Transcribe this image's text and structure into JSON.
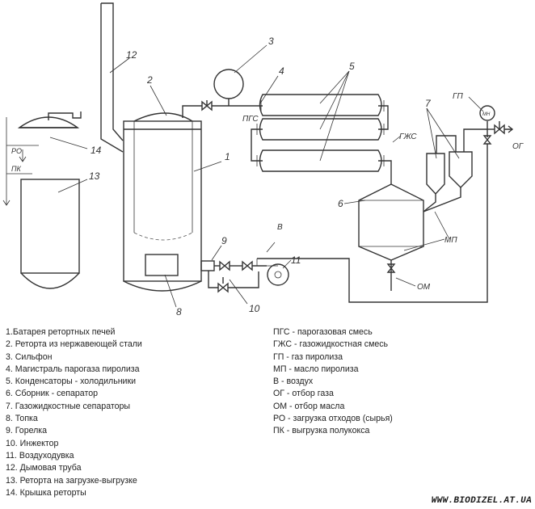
{
  "callouts": {
    "n1": "1",
    "n2": "2",
    "n3": "3",
    "n4": "4",
    "n5": "5",
    "n6": "6",
    "n7": "7",
    "n8": "8",
    "n9": "9",
    "n10": "10",
    "n11": "11",
    "n12": "12",
    "n13": "13",
    "n14": "14"
  },
  "flow_labels": {
    "pgs": "ПГС",
    "gzhs": "ГЖС",
    "gp": "ГП",
    "mp": "МП",
    "v": "В",
    "og": "ОГ",
    "om": "ОМ",
    "ro": "РО",
    "pk": "ПК",
    "gauge": "МН"
  },
  "legend_left": [
    "1.Батарея ретортных печей",
    "2. Реторта из нержавеющей стали",
    "3. Сильфон",
    "4. Магистраль  парогаза пиролиза",
    "5. Конденсаторы - холодильники",
    "6. Сборник - сепаратор",
    "7. Газожидкостные  сепараторы",
    "8. Топка",
    "9. Горелка",
    "10. Инжектор",
    "11. Воздуходувка",
    "12. Дымовая  труба",
    "13. Реторта на загрузке-выгрузке",
    "14. Крышка  реторты"
  ],
  "legend_right": [
    "ПГС - парогазовая смесь",
    "ГЖС - газожидкостная  смесь",
    "ГП - газ пиролиза",
    "МП - масло пиролиза",
    "В - воздух",
    "ОГ - отбор газа",
    "ОМ - отбор масла",
    "РО - загрузка отходов (сырья)",
    "ПК - выгрузка полукокса"
  ],
  "watermark": "WWW.BIODIZEL.AT.UA"
}
